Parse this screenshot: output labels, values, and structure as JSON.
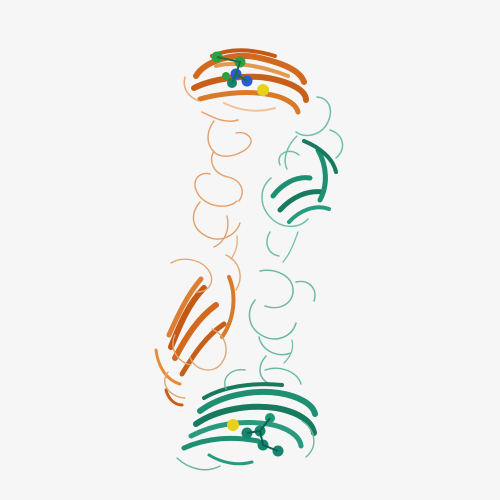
{
  "image": {
    "kind": "protein-structure-cartoon",
    "background": "#f6f6f6",
    "chains": [
      {
        "id": "orange-chain",
        "color": "#d2691e",
        "coil_color": "#e3974f",
        "helix_color": "#b8560f"
      },
      {
        "id": "teal-chain",
        "color": "#1f8f73",
        "coil_color": "#3ba88a",
        "helix_color": "#177a5f"
      }
    ],
    "ligand_colors": {
      "carbon_green": "#2ea043",
      "nitrogen_blue": "#2a5bd7",
      "sulfur_yellow": "#e6d21a",
      "teal_atom": "#14866e"
    }
  }
}
